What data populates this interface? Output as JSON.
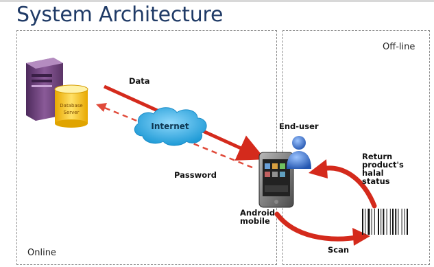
{
  "title": "System Architecture",
  "zones": {
    "online": "Online",
    "offline": "Off-line"
  },
  "database_server": [
    "Database",
    "Server"
  ],
  "cloud_label": "Internet",
  "labels": {
    "data": "Data",
    "password": "Password",
    "end_user": "End-user",
    "android": [
      "Android",
      "mobile"
    ],
    "return_status": [
      "Return",
      "product's",
      "halal",
      "status"
    ],
    "scan": "Scan"
  },
  "colors": {
    "title": "#1f3a66",
    "arrow_red": "#d42a1c",
    "cloud": "#3fb2ea",
    "db": "#f5c518",
    "server": "#6b3b78",
    "user": "#3a6fc4"
  },
  "icons": [
    "server-tower-icon",
    "database-cylinder-icon",
    "cloud-icon",
    "user-icon",
    "android-phone-icon",
    "barcode-icon"
  ]
}
